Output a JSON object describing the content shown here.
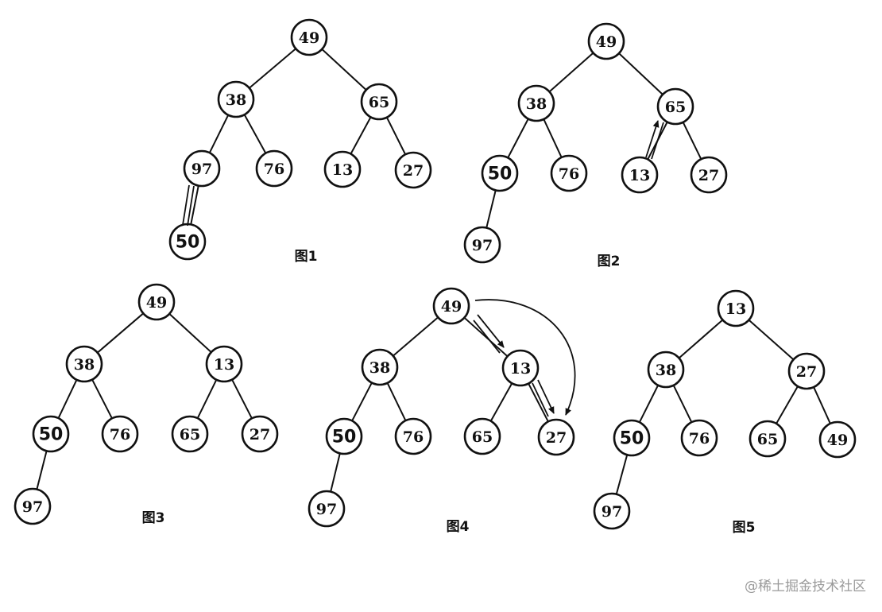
{
  "figures": [
    {
      "caption": "图1",
      "nodes": [
        "49",
        "38",
        "65",
        "97",
        "76",
        "13",
        "27",
        "50"
      ],
      "big": [
        7
      ]
    },
    {
      "caption": "图2",
      "nodes": [
        "49",
        "38",
        "65",
        "50",
        "76",
        "13",
        "27",
        "97"
      ],
      "big": [
        3
      ]
    },
    {
      "caption": "图3",
      "nodes": [
        "49",
        "38",
        "13",
        "50",
        "76",
        "65",
        "27",
        "97"
      ],
      "big": [
        3
      ]
    },
    {
      "caption": "图4",
      "nodes": [
        "49",
        "38",
        "13",
        "50",
        "76",
        "65",
        "27",
        "97"
      ],
      "big": [
        3
      ]
    },
    {
      "caption": "图5",
      "nodes": [
        "13",
        "38",
        "27",
        "50",
        "76",
        "65",
        "49",
        "97"
      ],
      "big": [
        3
      ]
    }
  ],
  "watermark": "@稀土掘金技术社区"
}
